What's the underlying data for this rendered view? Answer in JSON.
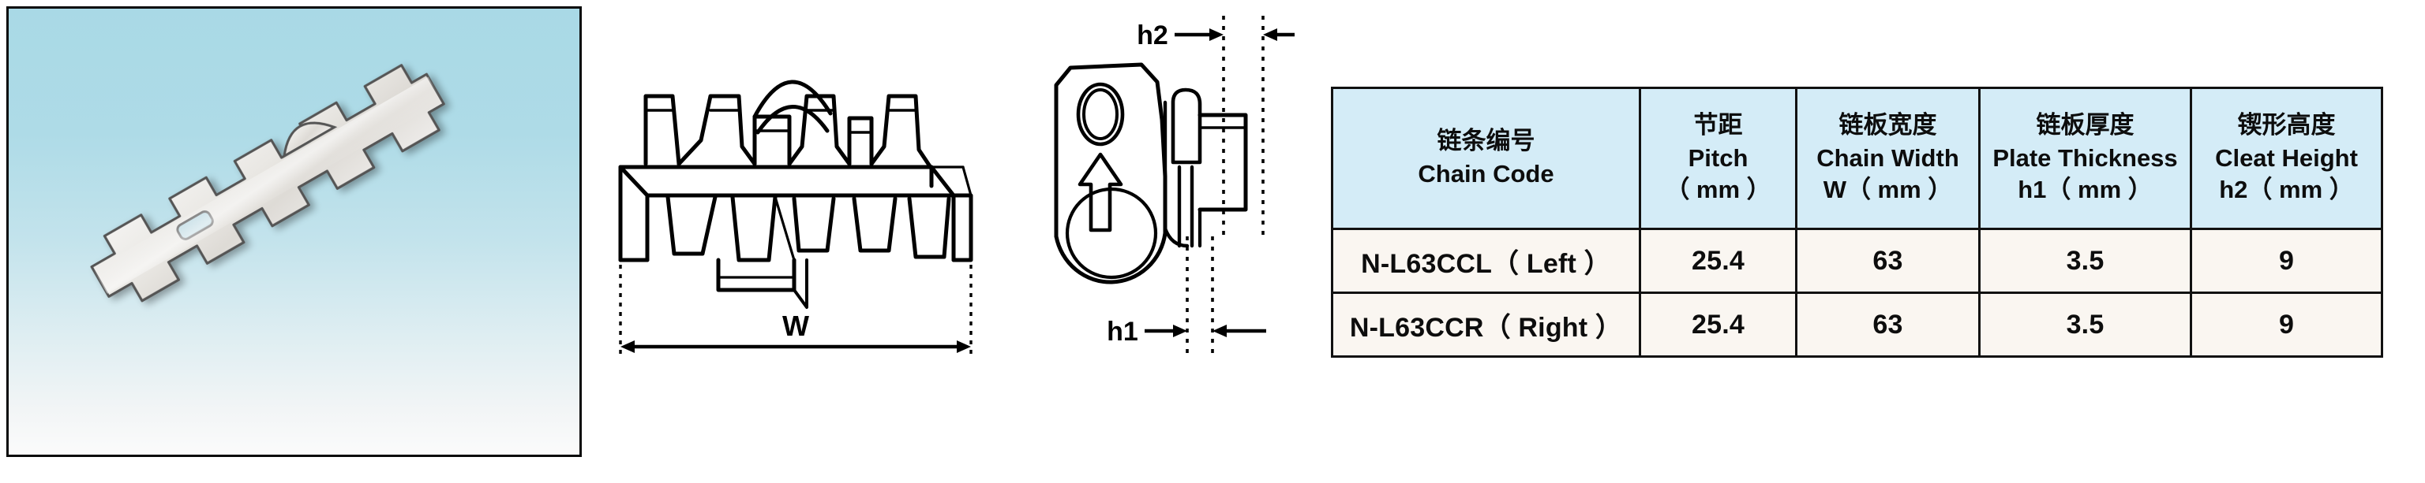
{
  "photo": {
    "alt_name": "modular-plastic-chain-link-photo",
    "background_top_color": "#a9d9e6",
    "background_bottom_color": "#fbfbfb",
    "part_color": "#eceae6",
    "part_outline_color": "#4a4a4a"
  },
  "drawings": {
    "front_view": {
      "name": "front-isometric-view",
      "dimension_label": "W",
      "dimension_name": "chain-width-dimension"
    },
    "side_view": {
      "name": "side-section-view",
      "labels": {
        "cleat_height": "h2",
        "plate_thickness": "h1"
      },
      "direction_arrow": "travel-direction-arrow"
    },
    "line_color": "#000000"
  },
  "table": {
    "name": "chain-specification-table",
    "header_bg": "#d4ecf7",
    "row_bg": "#faf6f1",
    "border_color": "#111111",
    "columns": [
      {
        "key": "chain_code",
        "cn": "链条编号",
        "en": "Chain Code",
        "unit": ""
      },
      {
        "key": "pitch",
        "cn": "节距",
        "en": "Pitch",
        "unit": "（ mm ）"
      },
      {
        "key": "chain_width",
        "cn": "链板宽度",
        "en": "Chain Width",
        "unit": "W（ mm ）"
      },
      {
        "key": "plate_thickness",
        "cn": "链板厚度",
        "en": "Plate Thickness",
        "unit": "h1（ mm ）"
      },
      {
        "key": "cleat_height",
        "cn": "锲形高度",
        "en": "Cleat Height",
        "unit": "h2（ mm ）"
      }
    ],
    "rows": [
      {
        "chain_code": "N-L63CCL（ Left ）",
        "pitch": "25.4",
        "chain_width": "63",
        "plate_thickness": "3.5",
        "cleat_height": "9"
      },
      {
        "chain_code": "N-L63CCR（ Right ）",
        "pitch": "25.4",
        "chain_width": "63",
        "plate_thickness": "3.5",
        "cleat_height": "9"
      }
    ]
  }
}
